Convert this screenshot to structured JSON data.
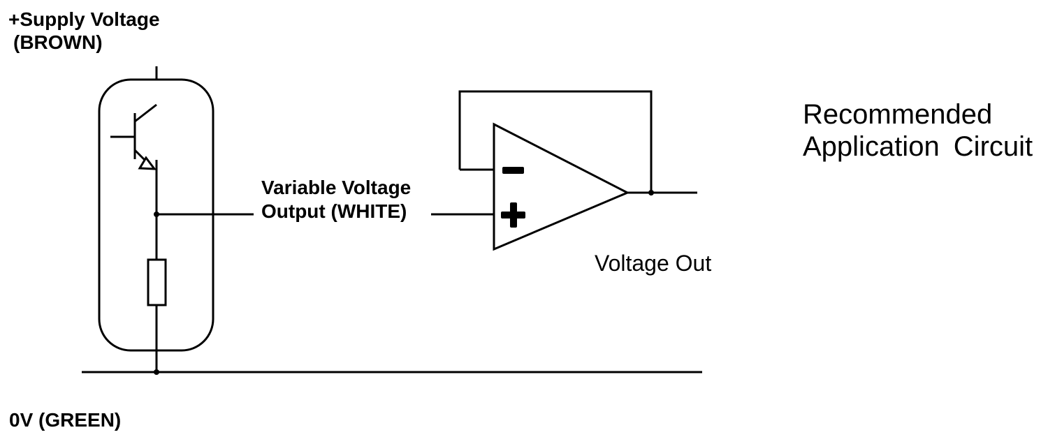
{
  "colors": {
    "line": "#000000",
    "text": "#000000",
    "background": "#ffffff"
  },
  "labels": {
    "supply_line1": "+Supply Voltage",
    "supply_line2": "(BROWN)",
    "variable_output_line1": "Variable Voltage",
    "variable_output_line2": "Output (WHITE)",
    "voltage_out": "Voltage Out",
    "ground": "0V (GREEN)",
    "title_line1": "Recommended",
    "title_line2": "Application Circuit"
  },
  "icons": {
    "opamp_inverting_input": "minus-icon",
    "opamp_noninverting_input": "plus-icon",
    "transistor": "npn-transistor-icon",
    "resistor": "resistor-icon",
    "opamp": "opamp-icon"
  }
}
